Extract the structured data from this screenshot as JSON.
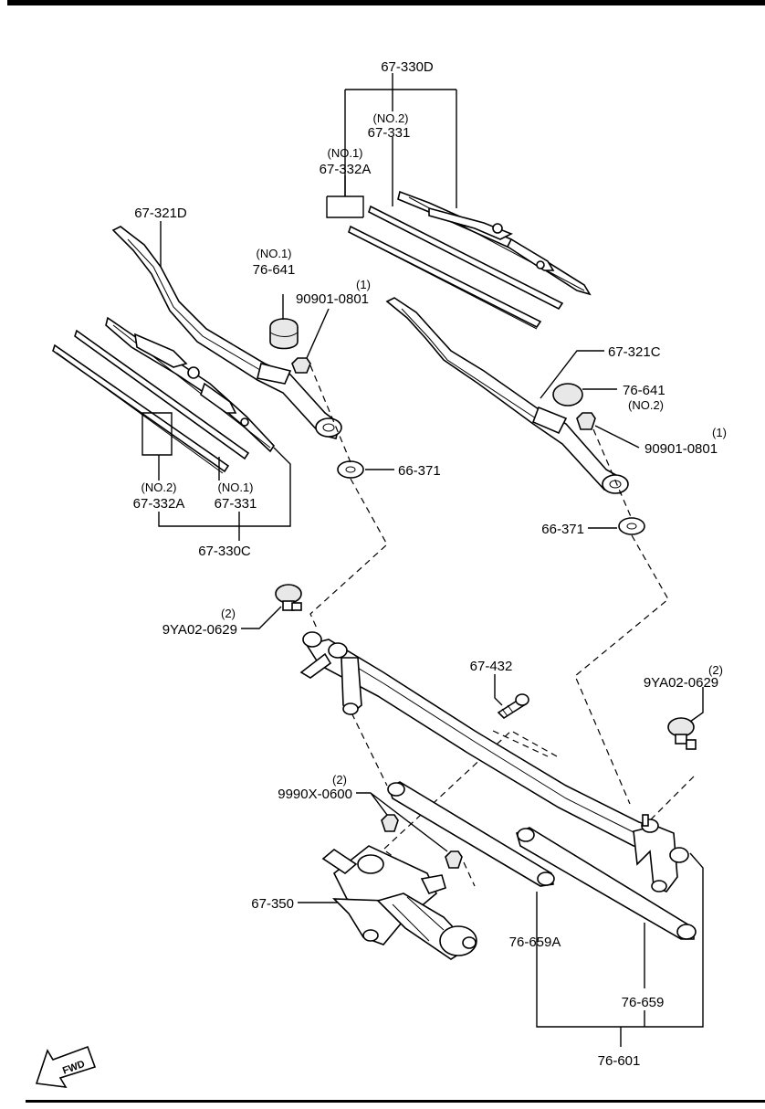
{
  "labels": {
    "blade_set_rh": "67-330D",
    "rh_no2": "(NO.2)",
    "rh_refill_331": "67-331",
    "rh_no1": "(NO.1)",
    "rh_refill_332a": "67-332A",
    "arm_lh": "67-321D",
    "cap_lh_no1": "(NO.1)",
    "cap_lh": "76-641",
    "nut_lh_qty": "(1)",
    "nut_lh": "90901-0801",
    "arm_rh": "67-321C",
    "cap_rh": "76-641",
    "cap_rh_no2": "(NO.2)",
    "nut_rh_qty": "(1)",
    "nut_rh": "90901-0801",
    "washer_lh": "66-371",
    "washer_rh": "66-371",
    "lh_no2": "(NO.2)",
    "lh_refill_332a": "67-332A",
    "lh_no1": "(NO.1)",
    "lh_refill_331": "67-331",
    "blade_set_lh": "67-330C",
    "bolt_lh_qty": "(2)",
    "bolt_lh": "9YA02-0629",
    "screw": "67-432",
    "bolt_rh_qty": "(2)",
    "bolt_rh": "9YA02-0629",
    "nut_motor_qty": "(2)",
    "nut_motor": "9990X-0600",
    "motor": "67-350",
    "link_a": "76-659A",
    "link": "76-659",
    "linkage_assy": "76-601",
    "fwd": "FWD"
  }
}
